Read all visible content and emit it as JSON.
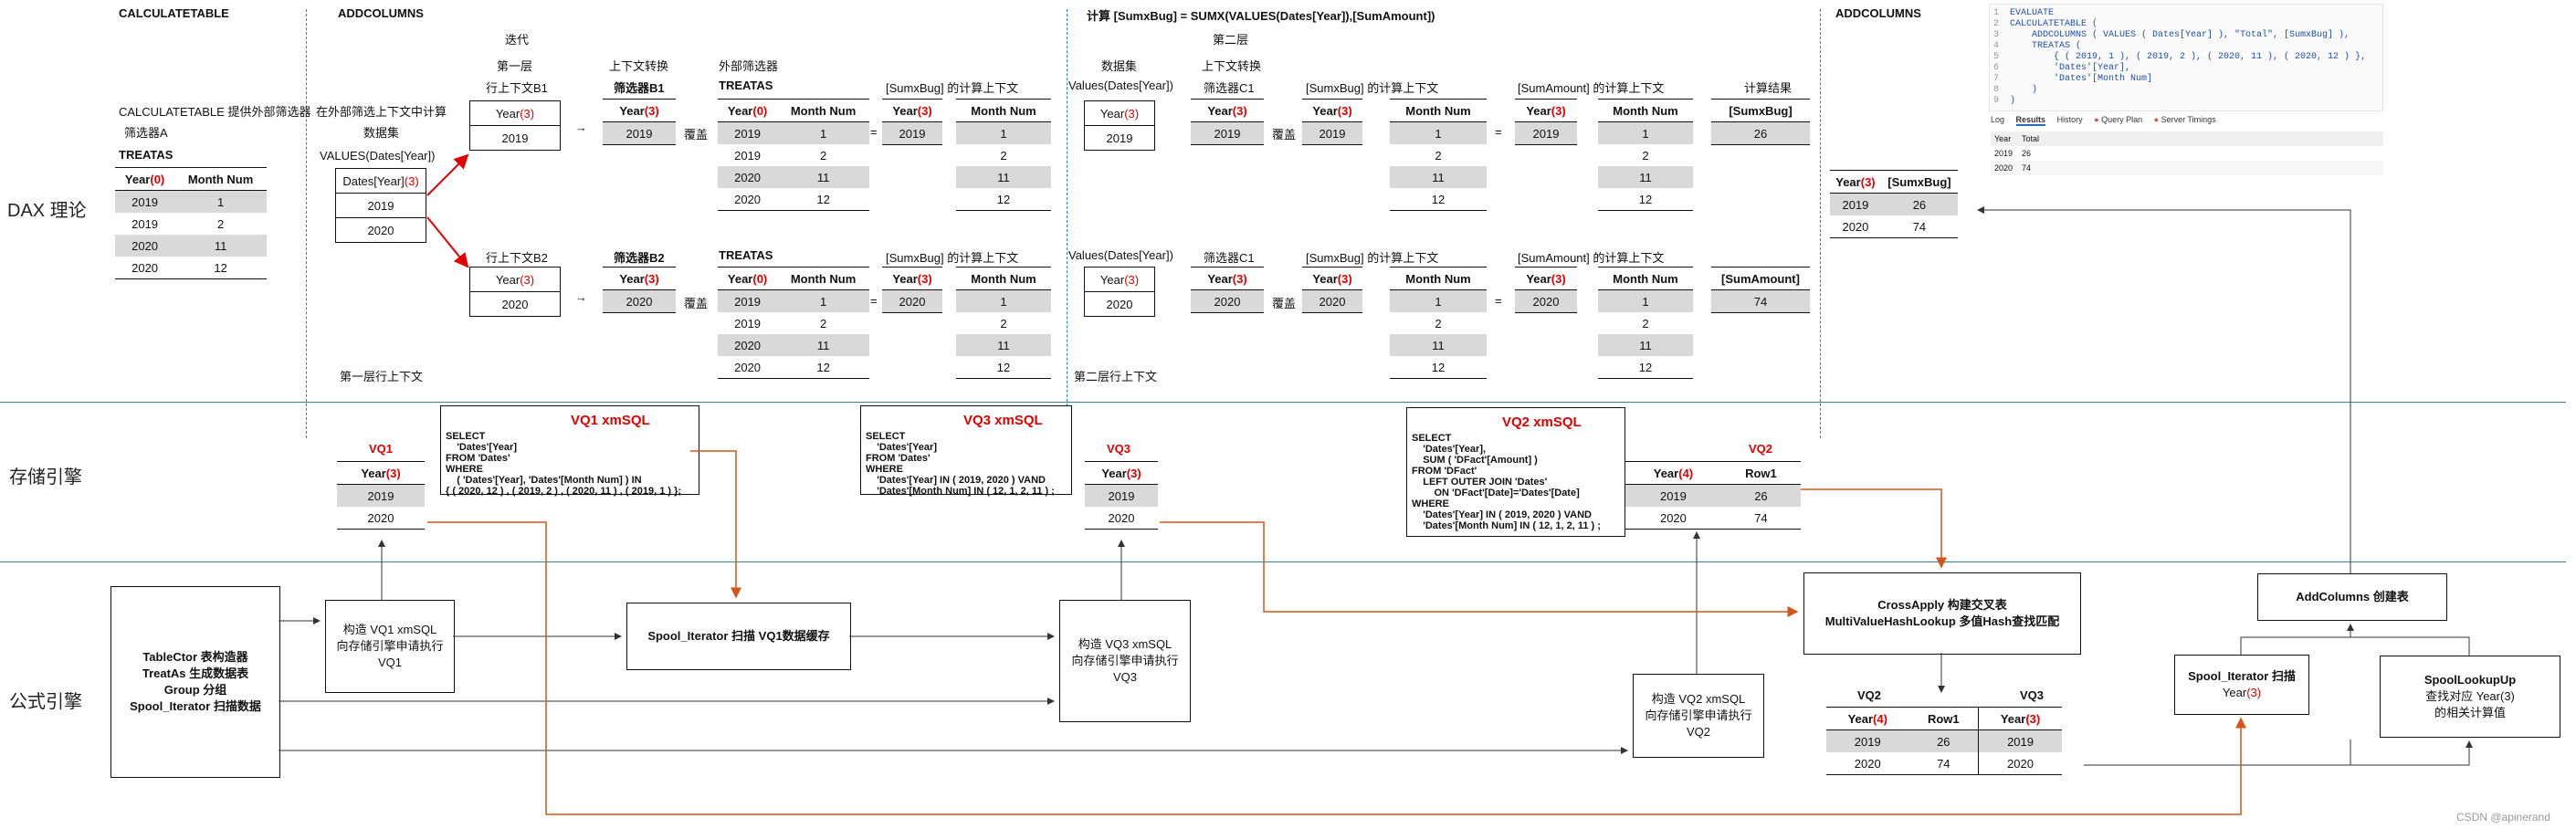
{
  "sections": {
    "dax": "DAX 理论",
    "storage": "存储引擎",
    "formula": "公式引擎"
  },
  "col_titles": {
    "calculatetable": "CALCULATETABLE",
    "addcolumns1": "ADDCOLUMNS",
    "compute": "计算 [SumxBug] = SUMX(VALUES(Dates[Year]),[SumAmount])",
    "addcolumns2": "ADDCOLUMNS"
  },
  "calc": {
    "desc1": "CALCULATETABLE 提供外部筛选器",
    "desc2": "筛选器A",
    "treatas": "TREATAS",
    "headers": [
      "Year(0)",
      "Month Num"
    ],
    "rows": [
      [
        "2019",
        "1"
      ],
      [
        "2019",
        "2"
      ],
      [
        "2020",
        "11"
      ],
      [
        "2020",
        "12"
      ]
    ]
  },
  "addcol": {
    "desc1": "在外部筛选上下文中计算",
    "desc2": "数据集",
    "values_label": "VALUES(Dates[Year])",
    "header": "Dates[Year](3)",
    "rows": [
      "2019",
      "2020"
    ]
  },
  "ctx": {
    "iter": "迭代",
    "layer1": "第一层",
    "b1": "行上下文B1",
    "b2": "行上下文B2",
    "trans": "上下文转换",
    "filter_b1": "筛选器B1",
    "filter_b2": "筛选器B2",
    "outer": "外部筛选器",
    "treatas": "TREATAS",
    "override": "覆盖",
    "layer1_bottom": "第一层行上下文",
    "arrow": "→",
    "eq": "="
  },
  "labels": {
    "year3": "Year(3)",
    "year0": "Year(0)",
    "year4": "Year(4)",
    "month_num": "Month Num",
    "sumxbug_ctx": "[SumxBug] 的计算上下文",
    "dataset": "数据集",
    "values_year": "Values(Dates[Year])",
    "layer2": "第二层",
    "filter_c1": "筛选器C1",
    "sumamount_ctx": "[SumAmount] 的计算上下文",
    "result": "计算结果",
    "sumamount": "[SumAmount]",
    "layer2_bottom": "第二层行上下文",
    "sumxbug": "[SumxBug]",
    "row1": "Row1"
  },
  "top": {
    "year": "2019",
    "months": [
      "1",
      "2",
      "11",
      "12"
    ],
    "result": "26"
  },
  "bottom": {
    "year": "2020",
    "months": [
      "1",
      "2",
      "11",
      "12"
    ],
    "result": "74"
  },
  "outer_rows": [
    [
      "2019",
      "1"
    ],
    [
      "2019",
      "2"
    ],
    [
      "2020",
      "11"
    ],
    [
      "2020",
      "12"
    ]
  ],
  "final": {
    "headers": [
      "Year(3)",
      "[SumxBug]"
    ],
    "rows": [
      [
        "2019",
        "26"
      ],
      [
        "2020",
        "74"
      ]
    ]
  },
  "code": {
    "lines": [
      "EVALUATE",
      "CALCULATETABLE (",
      "    ADDCOLUMNS ( VALUES ( Dates[Year] ), \"Total\", [SumxBug] ),",
      "    TREATAS (",
      "        { ( 2019, 1 ), ( 2019, 2 ), ( 2020, 11 ), ( 2020, 12 ) },",
      "        'Dates'[Year],",
      "        'Dates'[Month Num]",
      "    )",
      ")"
    ],
    "tabs": [
      "Log",
      "Results",
      "History",
      "Query Plan",
      "Server Timings"
    ],
    "result_headers": [
      "Year",
      "Total"
    ],
    "result_rows": [
      [
        "2019",
        "26"
      ],
      [
        "2020",
        "74"
      ]
    ]
  },
  "vq1": {
    "title": "VQ1 xmSQL",
    "sql": "SELECT\n    'Dates'[Year]\nFROM 'Dates'\nWHERE\n    ( 'Dates'[Year], 'Dates'[Month Num] ) IN\n{ ( 2020, 12 ) , ( 2019, 2 ) , ( 2020, 11 ) , ( 2019, 1 ) };",
    "table_title": "VQ1",
    "header": "Year(3)",
    "rows": [
      "2019",
      "2020"
    ]
  },
  "vq3": {
    "title": "VQ3 xmSQL",
    "sql": "SELECT\n    'Dates'[Year]\nFROM 'Dates'\nWHERE\n    'Dates'[Year] IN ( 2019, 2020 ) VAND\n    'Dates'[Month Num] IN ( 12, 1, 2, 11 ) ;",
    "table_title": "VQ3",
    "header": "Year(3)",
    "rows": [
      "2019",
      "2020"
    ]
  },
  "vq2": {
    "title": "VQ2 xmSQL",
    "sql": "SELECT\n    'Dates'[Year],\n    SUM ( 'DFact'[Amount] )\nFROM 'DFact'\n    LEFT OUTER JOIN 'Dates'\n        ON 'DFact'[Date]='Dates'[Date]\nWHERE\n    'Dates'[Year] IN ( 2019, 2020 ) VAND\n    'Dates'[Month Num] IN ( 12, 1, 2, 11 ) ;",
    "table_title": "VQ2",
    "headers": [
      "Year(4)",
      "Row1"
    ],
    "rows": [
      [
        "2019",
        "26"
      ],
      [
        "2020",
        "74"
      ]
    ]
  },
  "fe": {
    "start_lines": [
      "TableCtor 表构造器",
      "TreatAs 生成数据表",
      "Group 分组",
      "Spool_Iterator 扫描数据"
    ],
    "build_vq1": [
      "构造 VQ1 xmSQL",
      "向存储引擎申请执行",
      "VQ1"
    ],
    "spool_vq1": "Spool_Iterator 扫描 VQ1数据缓存",
    "build_vq3": [
      "构造 VQ3 xmSQL",
      "向存储引擎申请执行",
      "VQ3"
    ],
    "build_vq2": [
      "构造 VQ2 xmSQL",
      "向存储引擎申请执行",
      "VQ2"
    ],
    "crossapply": [
      "CrossApply 构建交叉表",
      "MultiValueHashLookup 多值Hash查找匹配"
    ],
    "addcolumns": "AddColumns 创建表",
    "spool_iter": [
      "Spool_Iterator 扫描",
      "Year(3)"
    ],
    "spool_lookup": [
      "SpoolLookupUp",
      "查找对应 Year(3)",
      "的相关计算值"
    ],
    "join_headers": [
      "VQ2",
      "VQ3"
    ],
    "join_cols": [
      "Year(4)",
      "Row1",
      "Year(3)"
    ],
    "join_rows": [
      [
        "2019",
        "26",
        "2019"
      ],
      [
        "2020",
        "74",
        "2020"
      ]
    ]
  },
  "watermark": "CSDN @apinerand",
  "colors": {
    "red": "#e00000",
    "orange": "#d2561a",
    "blue_line": "#3c7fa4",
    "teal_dash": "#1e8aa8",
    "gray": "#d9d9d9"
  }
}
